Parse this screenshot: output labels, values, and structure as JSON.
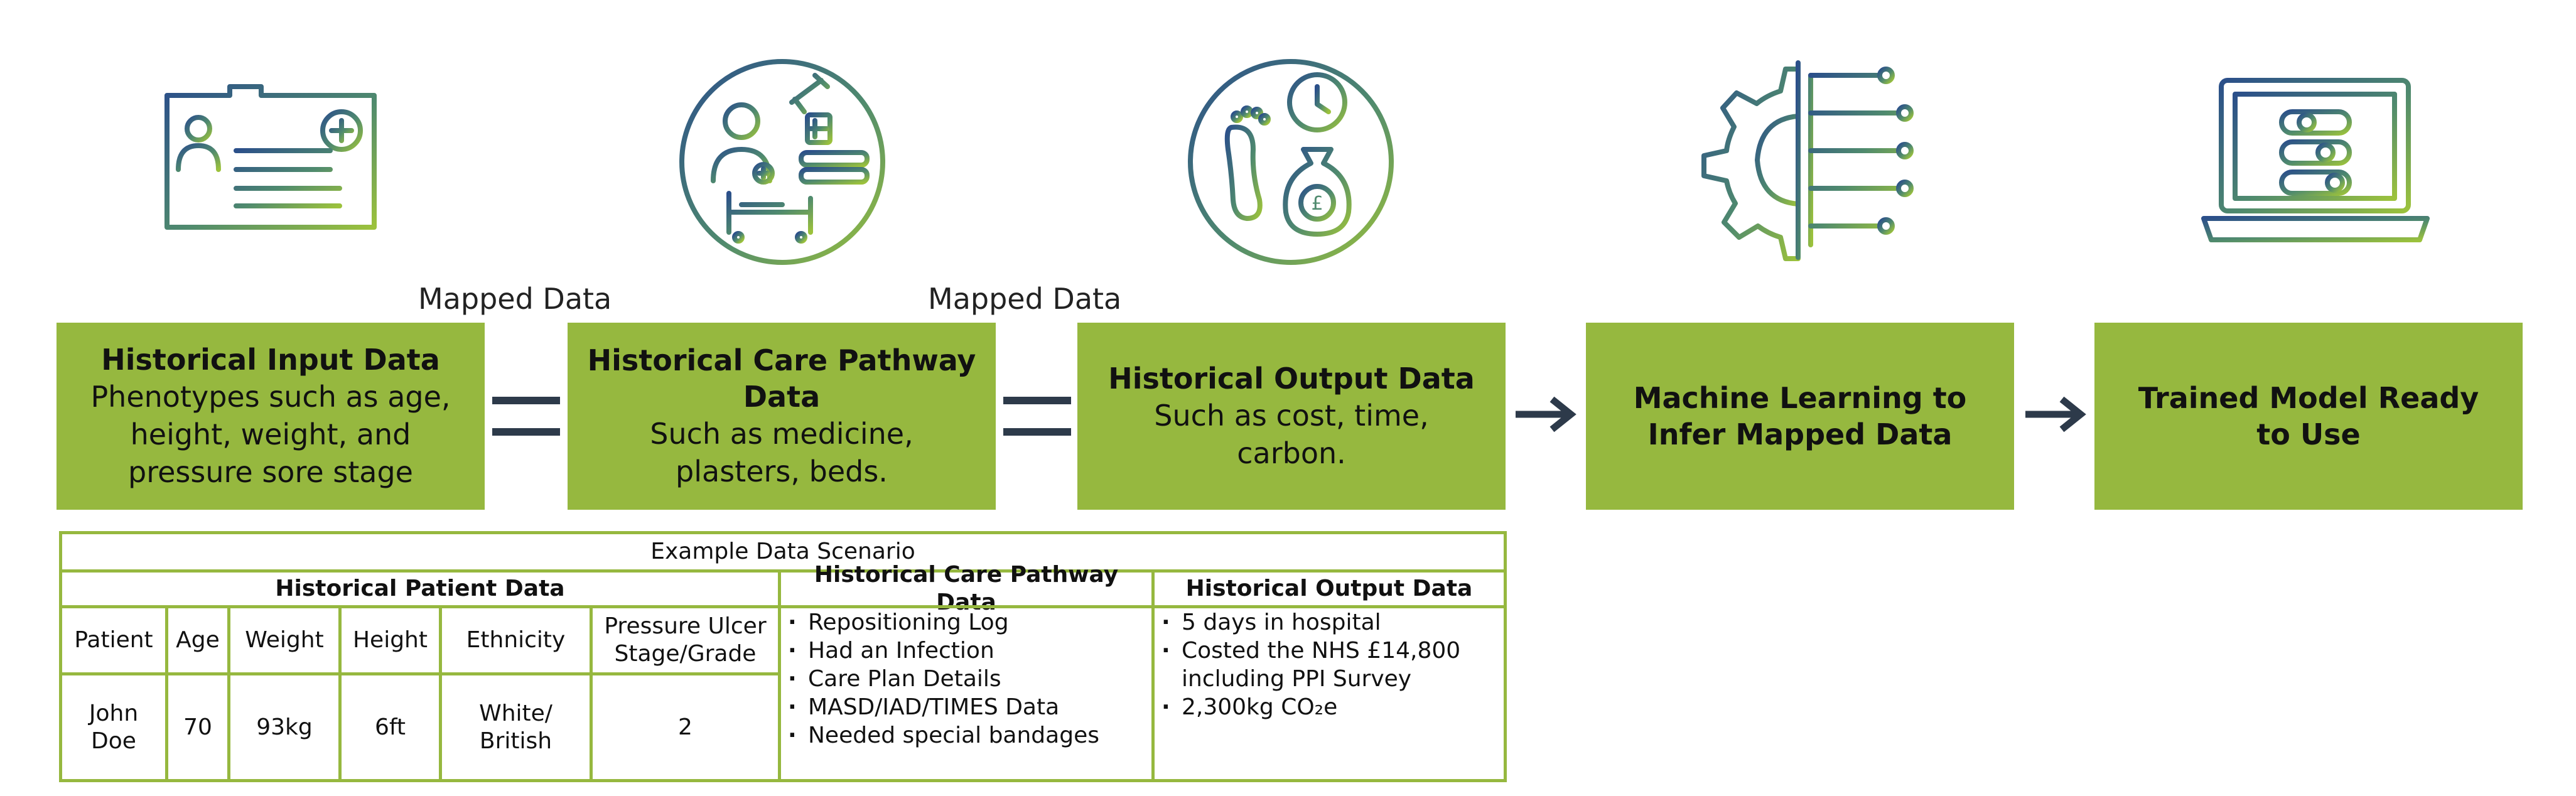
{
  "mapped_labels": [
    "Mapped Data",
    "Mapped Data"
  ],
  "steps": [
    {
      "title": "Historical Input Data",
      "subtitle": "Phenotypes such as age, height, weight, and pressure sore stage",
      "icon": "patient-id-card-icon"
    },
    {
      "title": "Historical Care Pathway Data",
      "subtitle": "Such as medicine, plasters, beds.",
      "icon": "care-pathway-icon"
    },
    {
      "title": "Historical Output Data",
      "subtitle": "Such as cost, time, carbon.",
      "icon": "outputs-icon"
    },
    {
      "title": "Machine Learning to Infer Mapped Data",
      "icon": "gear-circuit-icon"
    },
    {
      "title": "Trained Model Ready to Use",
      "icon": "laptop-model-icon"
    }
  ],
  "table": {
    "title": "Example Data Scenario",
    "groups": [
      "Historical Patient Data",
      "Historical Care Pathway Data",
      "Historical Output Data"
    ],
    "columns": [
      "Patient",
      "Age",
      "Weight",
      "Height",
      "Ethnicity",
      "Pressure Ulcer Stage/Grade"
    ],
    "row": [
      "John Doe",
      "70",
      "93kg",
      "6ft",
      "White/ British",
      "2"
    ],
    "care_pathway": [
      "Repositioning Log",
      "Had an Infection",
      "Care Plan Details",
      "MASD/IAD/TIMES Data",
      "Needed special bandages"
    ],
    "outputs": [
      "5 days in hospital",
      "Costed the NHS £14,800 including PPI Survey",
      "2,300kg CO₂e"
    ]
  },
  "colors": {
    "green": "#96b83f",
    "navy": "#2b4f8a",
    "dark": "#2d3a4a"
  }
}
